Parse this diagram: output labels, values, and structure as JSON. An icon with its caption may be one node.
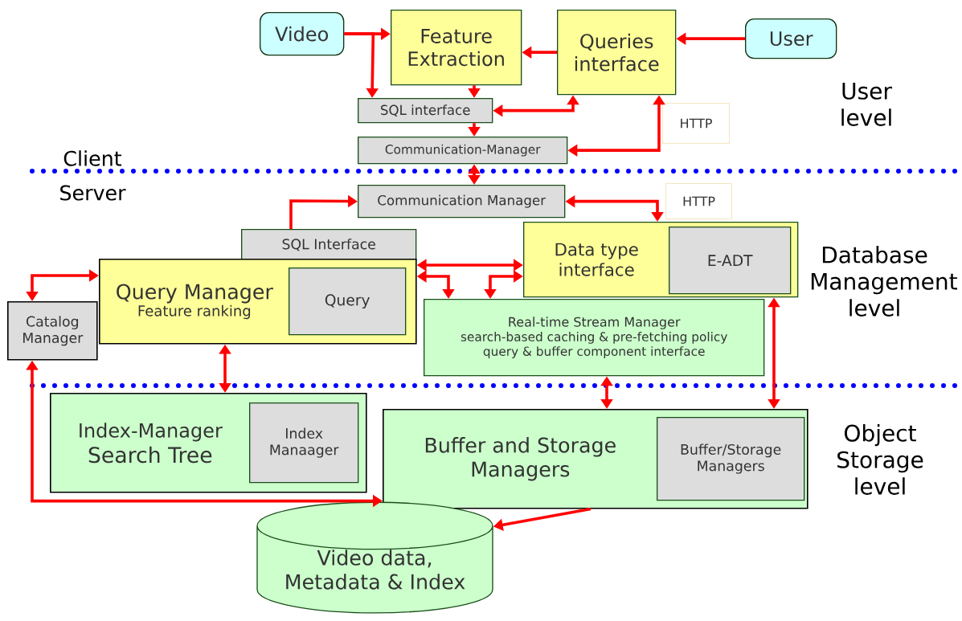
{
  "diagram": {
    "nodes": [
      {
        "text": [
          "Video"
        ]
      },
      {
        "text": [
          "Feature Extraction"
        ]
      },
      {
        "text": [
          "Queries interface"
        ]
      },
      {
        "text": [
          "User"
        ]
      },
      {
        "text": [
          "SQL interface"
        ]
      },
      {
        "text": [
          "Communication-Manager"
        ]
      },
      {
        "text": [
          "HTTP"
        ]
      },
      {
        "text": [
          "Communication Manager"
        ]
      },
      {
        "text": [
          "HTTP"
        ]
      },
      {
        "text": [
          "SQL Interface"
        ]
      },
      {
        "text": [
          "Query Manager",
          "Feature ranking"
        ]
      },
      {
        "text": [
          "Query"
        ],
        "in": 10
      },
      {
        "text": [
          "Catalog Manager"
        ]
      },
      {
        "text": [
          "Data type interface"
        ]
      },
      {
        "text": [
          "E-ADT"
        ],
        "in": 13
      },
      {
        "text": [
          "Real-time Stream Manager",
          "search-based caching & pre-fetching policy",
          "query & buffer component interface"
        ]
      },
      {
        "text": [
          "Index-Manager",
          "Search Tree"
        ]
      },
      {
        "text": [
          "Index Manaager"
        ],
        "in": 16
      },
      {
        "text": [
          "Buffer and Storage Managers"
        ]
      },
      {
        "text": [
          "Buffer/Storage Managers"
        ],
        "in": 18
      },
      {
        "text": [
          "Video data, Metadata & Index"
        ]
      }
    ],
    "edges": [
      {
        "from": 0,
        "to": 1,
        "arrow": "to"
      },
      {
        "from": 0,
        "to": 4,
        "arrow": "to"
      },
      {
        "from": 1,
        "to": 4,
        "arrow": "to"
      },
      {
        "from": 2,
        "to": 1,
        "arrow": "to"
      },
      {
        "from": 3,
        "to": 2,
        "arrow": "to"
      },
      {
        "from": 4,
        "to": 2,
        "arrow": "both"
      },
      {
        "from": 5,
        "to": 2,
        "arrow": "both"
      },
      {
        "from": 4,
        "to": 5,
        "arrow": "to"
      },
      {
        "from": 5,
        "to": 7,
        "arrow": "both"
      },
      {
        "from": 7,
        "to": 13,
        "arrow": "both"
      },
      {
        "from": 9,
        "to": 7,
        "arrow": "to"
      },
      {
        "from": 10,
        "to": 13,
        "arrow": "both"
      },
      {
        "from": 10,
        "to": 15,
        "arrow": "both"
      },
      {
        "from": 13,
        "to": 15,
        "arrow": "both"
      },
      {
        "from": 12,
        "to": 10,
        "arrow": "both"
      },
      {
        "from": 10,
        "to": 16,
        "arrow": "both"
      },
      {
        "from": 12,
        "to": 18,
        "arrow": "both"
      },
      {
        "from": 15,
        "to": 18,
        "arrow": "both"
      },
      {
        "from": 13,
        "to": 18,
        "arrow": "both"
      },
      {
        "from": 18,
        "to": 20,
        "arrow": "to"
      }
    ],
    "labels": [
      "Client",
      "Server",
      "User level",
      "Database Management level",
      "Object Storage level"
    ]
  }
}
